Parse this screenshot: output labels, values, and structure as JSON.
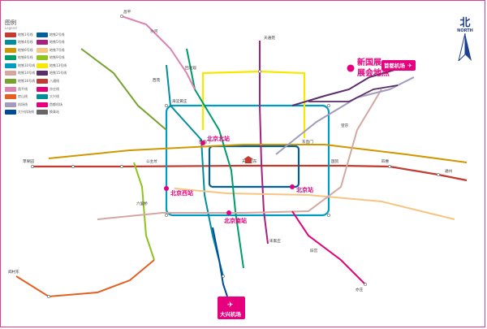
{
  "legend": {
    "title": "图例",
    "subtitle": "Legend",
    "items": [
      {
        "label": "地铁1号线",
        "color": "#c23a30"
      },
      {
        "label": "地铁2号线",
        "color": "#006098"
      },
      {
        "label": "地铁4号线",
        "color": "#008e9c"
      },
      {
        "label": "地铁5号线",
        "color": "#a6217f"
      },
      {
        "label": "地铁6号线",
        "color": "#d29700"
      },
      {
        "label": "地铁7号线",
        "color": "#f6c582"
      },
      {
        "label": "地铁8号线",
        "color": "#009b6b"
      },
      {
        "label": "地铁9号线",
        "color": "#8fc31f"
      },
      {
        "label": "地铁10号线",
        "color": "#009bc0"
      },
      {
        "label": "地铁13号线",
        "color": "#f9e700"
      },
      {
        "label": "地铁14号线",
        "color": "#d5a7a1"
      },
      {
        "label": "地铁15号线",
        "color": "#5b2c68"
      },
      {
        "label": "地铁16号线",
        "color": "#76a32e"
      },
      {
        "label": "八通线",
        "color": "#c23a30"
      },
      {
        "label": "昌平线",
        "color": "#de82b2"
      },
      {
        "label": "亦庄线",
        "color": "#e40077"
      },
      {
        "label": "房山线",
        "color": "#e46022"
      },
      {
        "label": "大兴线",
        "color": "#008e9c"
      },
      {
        "label": "机场线",
        "color": "#a29bbb"
      },
      {
        "label": "首都机场",
        "color": "#e6007e"
      },
      {
        "label": "大兴机场线",
        "color": "#004a9c"
      },
      {
        "label": "换乘站",
        "color": "#666666"
      }
    ]
  },
  "compass": {
    "cn": "北",
    "en": "NORTH"
  },
  "hubs": {
    "beijing_north": "北京北站",
    "beijing_west": "北京西站",
    "beijing": "北京站",
    "beijing_south": "北京南站",
    "expo_line1": "新国展",
    "expo_line2": "展会地点",
    "capital_airport": "首都机场",
    "daxing_airport": "大兴机场"
  },
  "stations": {
    "tiananmen": "天安门东",
    "xizhimen": "西直门",
    "dongzhimen": "东直门",
    "guomao": "国贸",
    "gongzhufen": "公主坟",
    "sihui": "四惠",
    "huilongguan": "回龙观",
    "tiantongyuan": "天通苑",
    "songjiazhuang": "宋家庄",
    "liuliqiao": "六里桥",
    "haidian": "海淀黄庄",
    "wangjing": "望京",
    "changping": "昌平",
    "yizhuang": "亦庄",
    "fangshan": "阎村东",
    "tongzhou": "通州",
    "pingguoyuan": "苹果园",
    "shahe": "沙河",
    "xiyuan": "西苑",
    "jiugong": "旧宫"
  }
}
